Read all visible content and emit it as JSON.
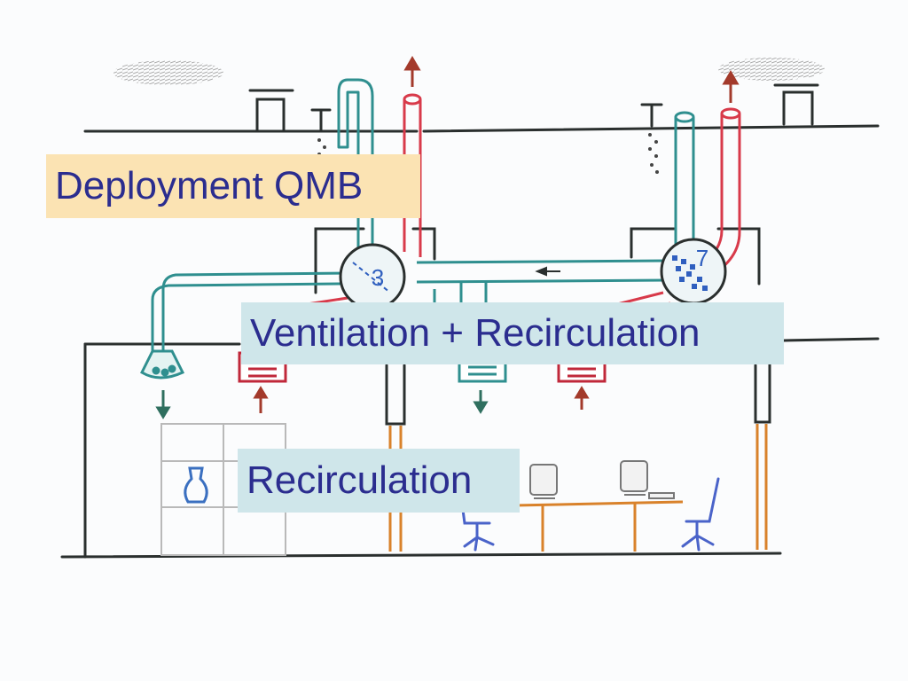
{
  "labels": {
    "deployment": "Deployment QMB",
    "ventilation_recirculation": "Ventilation + Recirculation",
    "recirculation": "Recirculation"
  },
  "unit_numbers": {
    "left": "3",
    "right": "7"
  },
  "colors": {
    "label_text": "#2b2d8f",
    "deployment_bg": "#fbe3b3",
    "label_bg": "#cfe6ea",
    "fresh_air_duct": "#2f8f8f",
    "exhaust_duct": "#d83a4a",
    "structure": "#2a2f2e",
    "columns": "#d9822b",
    "chairs": "#4a63c9"
  }
}
